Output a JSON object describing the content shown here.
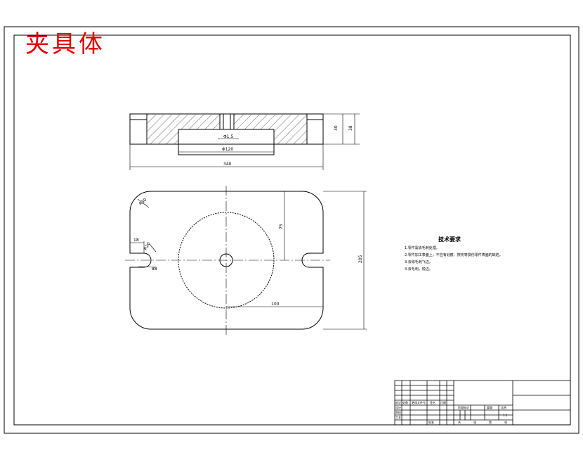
{
  "title": "夹具体",
  "colors": {
    "title": "#e00000",
    "line": "#000000",
    "background": "#ffffff"
  },
  "dimensions": {
    "inner_width": "Φ1.5",
    "bore_width": "Φ120",
    "overall_width": "340",
    "height_small": "30",
    "height_large": "38",
    "corner_radius": "R30",
    "slot_width": "18",
    "slot_radius": "R20",
    "slot_detail": "88",
    "center_vertical": "75",
    "half_span": "100",
    "overall_height": "205"
  },
  "technical_requirements": {
    "heading": "技术要求",
    "lines": [
      "1.零件需去毛刺处理。",
      "2.零件加工表面上，不应有划痕、擦伤等损伤零件表面的缺陷。",
      "3.去除毛刺飞边。",
      "4.去毛刺，锐边。"
    ]
  },
  "title_block": {
    "row_labels": [
      "标记",
      "处数",
      "更改文件号",
      "签名",
      "日期"
    ],
    "roles": [
      "设计",
      "审核",
      "工艺",
      "批准"
    ],
    "stage_labels": [
      "阶段标记",
      "重量",
      "比例"
    ],
    "scale": "1:1",
    "sheet_labels": [
      "共",
      "张",
      "第",
      "张"
    ]
  }
}
